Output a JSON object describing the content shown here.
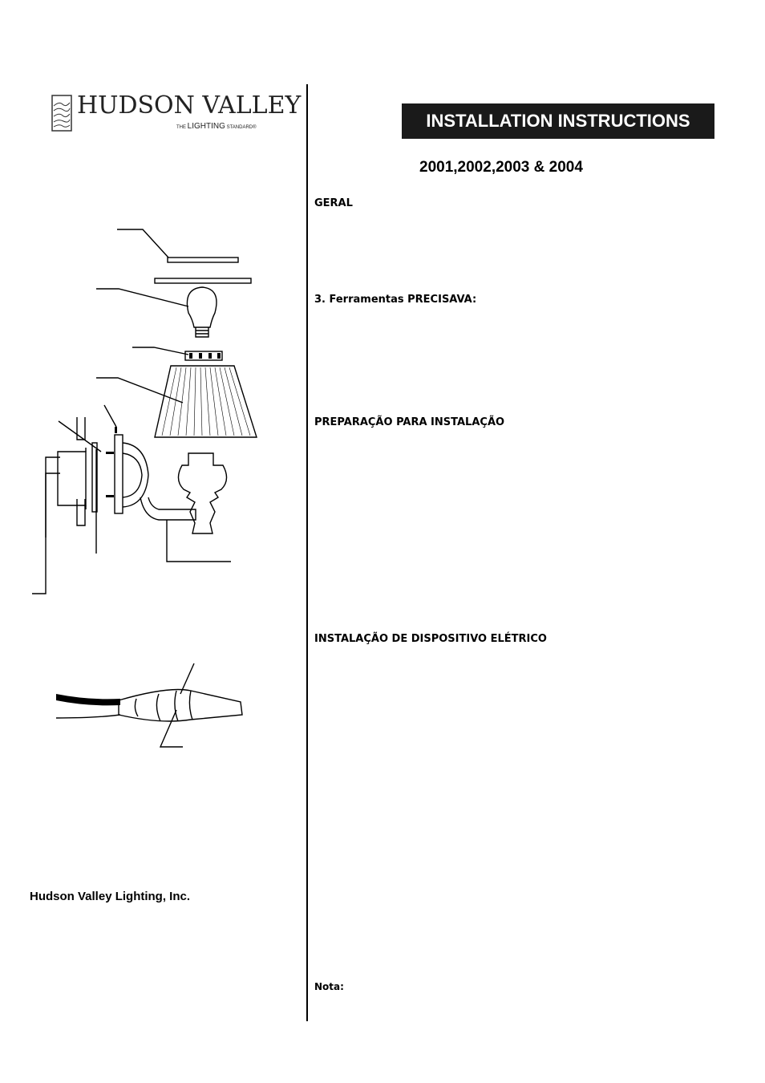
{
  "logo": {
    "brand": "HUDSON VALLEY",
    "tag_the": "THE",
    "tag_lighting": "LIGHTING",
    "tag_standard": "STANDARD®"
  },
  "header": {
    "title": "INSTALLATION INSTRUCTIONS",
    "models": "2001,2002,2003 & 2004"
  },
  "sections": {
    "geral": "GERAL",
    "tools": "3. Ferramentas PRECISAVA:",
    "prep": "PREPARAÇÃO PARA INSTALAÇÃO",
    "install": "INSTALAÇÃO DE DISPOSITIVO ELÉTRICO"
  },
  "note": "Nota:",
  "company": "Hudson Valley Lighting, Inc.",
  "colors": {
    "header_bg": "#1a1a1a",
    "header_text": "#ffffff",
    "rule": "#000000"
  }
}
